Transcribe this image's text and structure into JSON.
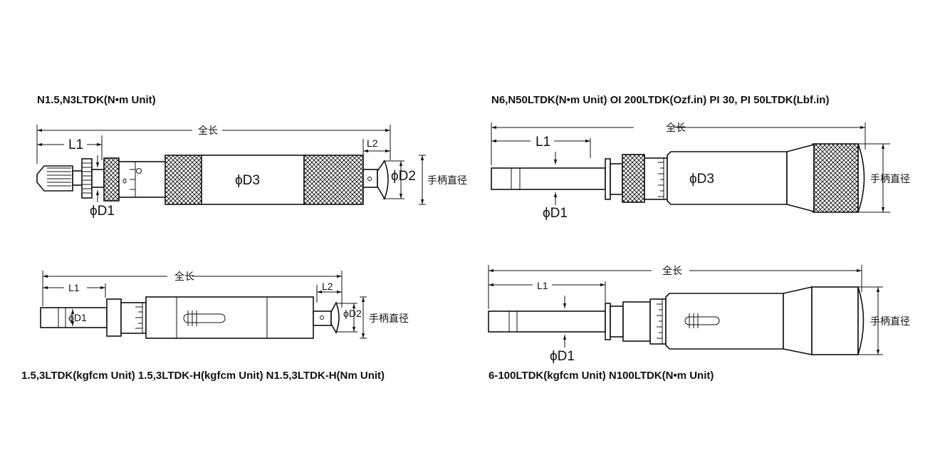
{
  "diagrams": [
    {
      "title": "N1.5,N3LTDK(N•m Unit)",
      "overall_length": "全长",
      "l1": "L1",
      "l2": "L2",
      "d1": "ϕD1",
      "d2": "ϕD2",
      "d3": "ϕD3",
      "handle_diameter": "手柄直径"
    },
    {
      "title": "N6,N50LTDK(N•m Unit) OI 200LTDK(Ozf.in) PI 30, PI 50LTDK(Lbf.in)",
      "overall_length": "全长",
      "l1": "L1",
      "d1": "ϕD1",
      "d3": "ϕD3",
      "handle_diameter": "手柄直径"
    },
    {
      "caption": "1.5,3LTDK(kgfcm Unit) 1.5,3LTDK-H(kgfcm Unit) N1.5,3LTDK-H(Nm Unit)",
      "overall_length": "全长",
      "l1": "L1",
      "l2": "L2",
      "d1": "ϕD1",
      "d2": "ϕD2",
      "handle_diameter": "手柄直径"
    },
    {
      "caption": "6-100LTDK(kgfcm Unit) N100LTDK(N•m Unit)",
      "overall_length": "全长",
      "l1": "L1",
      "d1": "ϕD1",
      "handle_diameter": "手柄直径"
    }
  ]
}
